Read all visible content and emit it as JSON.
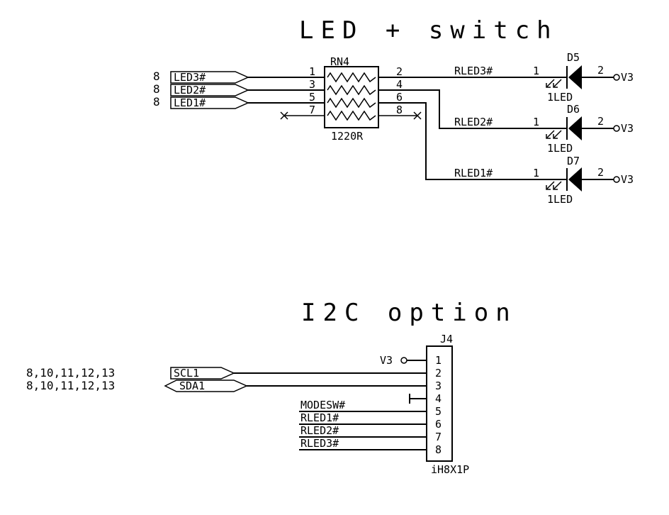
{
  "titles": {
    "led_switch": "LED + switch",
    "i2c_option": "I2C option"
  },
  "sheet_refs": {
    "led3": "8",
    "led2": "8",
    "led1": "8",
    "scl1": "8,10,11,12,13",
    "sda1": "8,10,11,12,13"
  },
  "ports": {
    "led3": "LED3#",
    "led2": "LED2#",
    "led1": "LED1#",
    "scl1": "SCL1",
    "sda1": "SDA1"
  },
  "rn4": {
    "ref": "RN4",
    "value": "1220R",
    "pins": [
      "1",
      "2",
      "3",
      "4",
      "5",
      "6",
      "7",
      "8"
    ]
  },
  "nets": {
    "rled3": "RLED3#",
    "rled2": "RLED2#",
    "rled1": "RLED1#",
    "modesw": "MODESW#"
  },
  "leds": [
    {
      "ref": "D5",
      "value": "1LED",
      "pin_a": "1",
      "pin_k": "2",
      "power": "V3"
    },
    {
      "ref": "D6",
      "value": "1LED",
      "pin_a": "1",
      "pin_k": "2",
      "power": "V3"
    },
    {
      "ref": "D7",
      "value": "1LED",
      "pin_a": "1",
      "pin_k": "2",
      "power": "V3"
    }
  ],
  "j4": {
    "ref": "J4",
    "value": "iH8X1P",
    "power": "V3",
    "pins": [
      "1",
      "2",
      "3",
      "4",
      "5",
      "6",
      "7",
      "8"
    ]
  }
}
